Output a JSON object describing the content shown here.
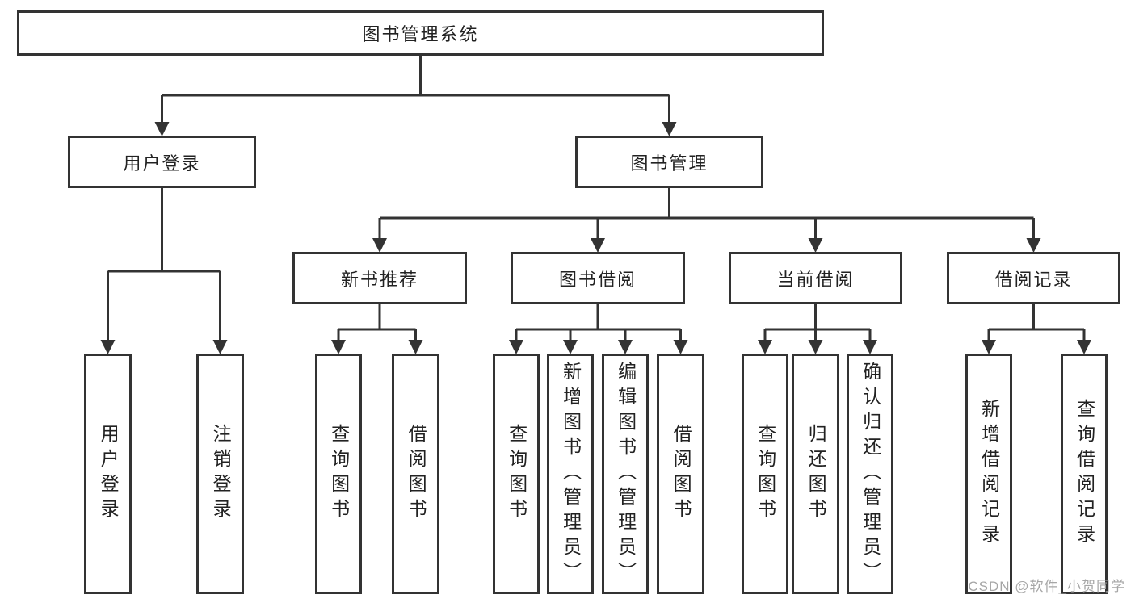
{
  "tree": {
    "label": "图书管理系统",
    "children": [
      {
        "label": "用户登录",
        "children": [
          {
            "label": "用户登录"
          },
          {
            "label": "注销登录"
          }
        ]
      },
      {
        "label": "图书管理",
        "children": [
          {
            "label": "新书推荐",
            "children": [
              {
                "label": "查询图书"
              },
              {
                "label": "借阅图书"
              }
            ]
          },
          {
            "label": "图书借阅",
            "children": [
              {
                "label": "查询图书"
              },
              {
                "label": "新增图书（管理员）"
              },
              {
                "label": "编辑图书（管理员）"
              },
              {
                "label": "借阅图书"
              }
            ]
          },
          {
            "label": "当前借阅",
            "children": [
              {
                "label": "查询图书"
              },
              {
                "label": "归还图书"
              },
              {
                "label": "确认归还（管理员）"
              }
            ]
          },
          {
            "label": "借阅记录",
            "children": [
              {
                "label": "新增借阅记录"
              },
              {
                "label": "查询借阅记录"
              }
            ]
          }
        ]
      }
    ]
  },
  "watermark": {
    "text": "CSDN @软件_小贺同学"
  },
  "colors": {
    "line": "#333333",
    "box_border": "#333333",
    "text": "#222222",
    "watermark": "#a6a6a6",
    "background": "#ffffff"
  }
}
